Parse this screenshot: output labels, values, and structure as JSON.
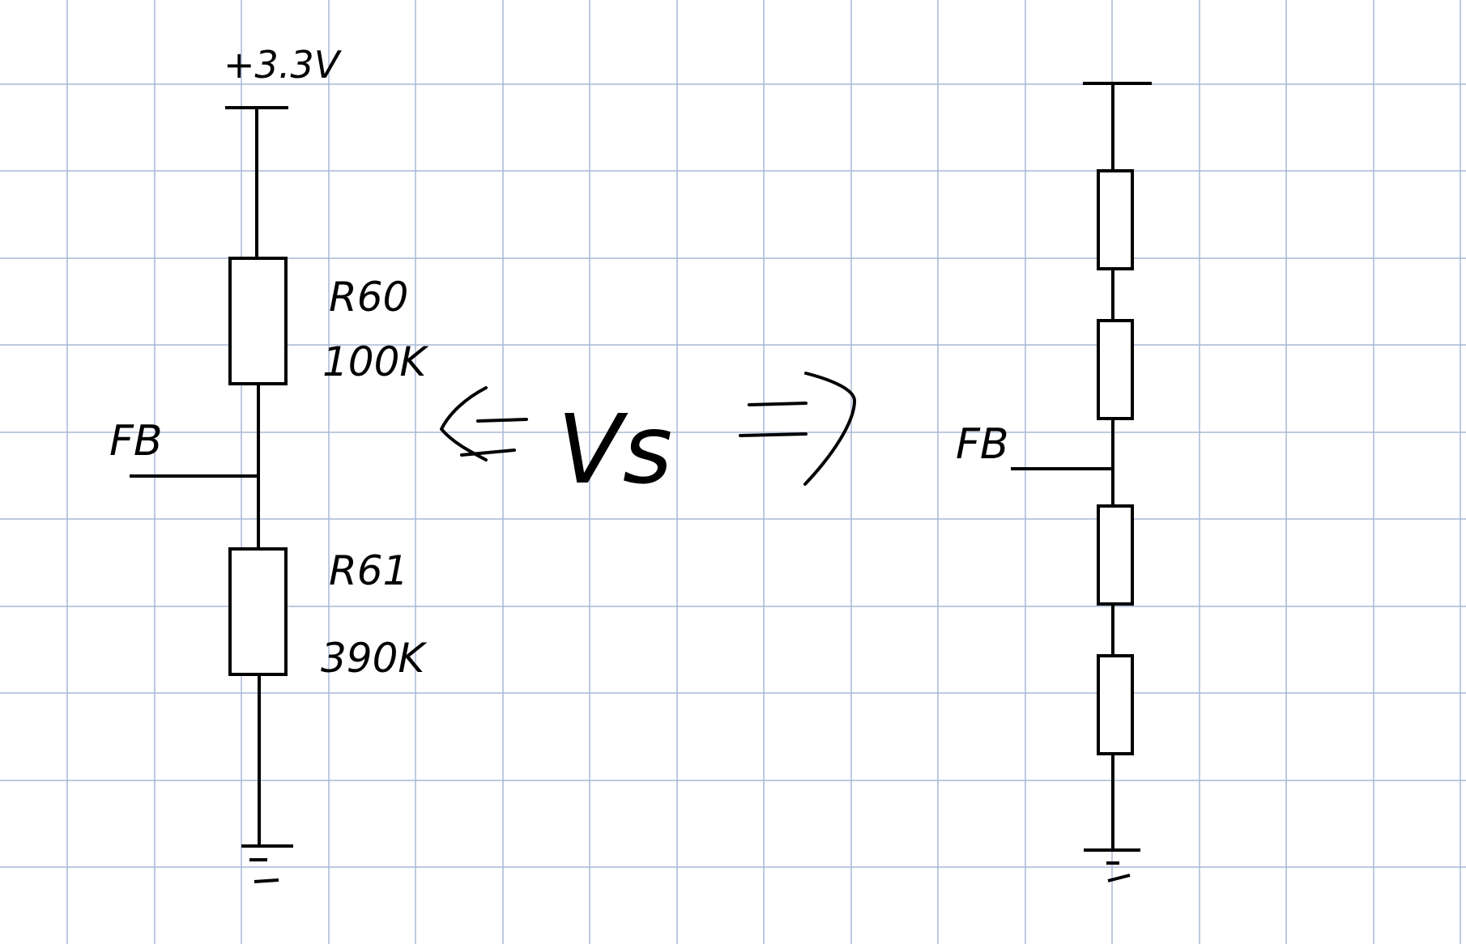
{
  "left_circuit": {
    "supply_label": "+3.3V",
    "feedback_label": "FB",
    "resistors": [
      {
        "designator": "R60",
        "value": "100K"
      },
      {
        "designator": "R61",
        "value": "390K"
      }
    ]
  },
  "comparison_label": "Vs",
  "right_circuit": {
    "feedback_label": "FB",
    "resistor_count": 4
  },
  "colors": {
    "background": "#ffffff",
    "grid": "#a9b9d6",
    "ink": "#000000"
  }
}
